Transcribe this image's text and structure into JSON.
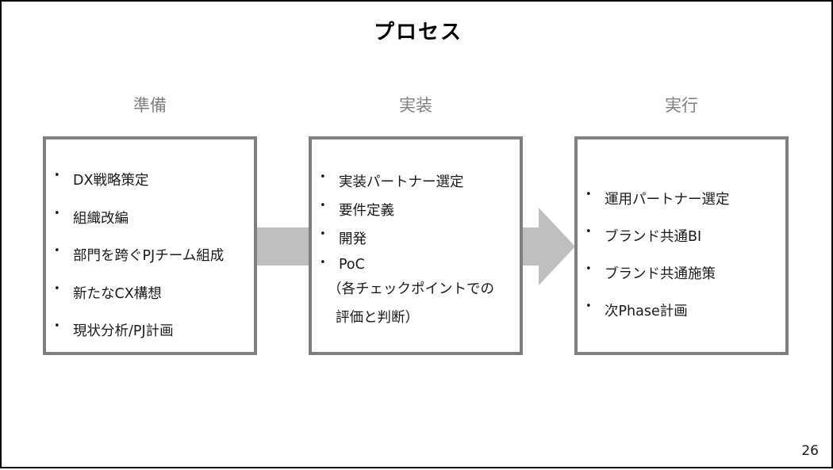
{
  "title": "プロセス",
  "phases": [
    {
      "label": "準備",
      "items": [
        "DX戦略策定",
        "組織改編",
        "部門を跨ぐPJチーム組成",
        "新たなCX構想",
        "現状分析/PJ計画"
      ]
    },
    {
      "label": "実装",
      "items": [
        "実装パートナー選定",
        "要件定義",
        "開発",
        "PoC"
      ],
      "note_line1": "（各チェックポイントでの",
      "note_line2": "評価と判断）"
    },
    {
      "label": "実行",
      "items": [
        "運用パートナー選定",
        "ブランド共通BI",
        "ブランド共通施策",
        "次Phase計画"
      ]
    }
  ],
  "bullet": "•",
  "page_number": "26",
  "colors": {
    "box_border": "#7f7f7f",
    "arrow_fill": "#bfbfbf",
    "phase_label": "#7f7f7f"
  }
}
